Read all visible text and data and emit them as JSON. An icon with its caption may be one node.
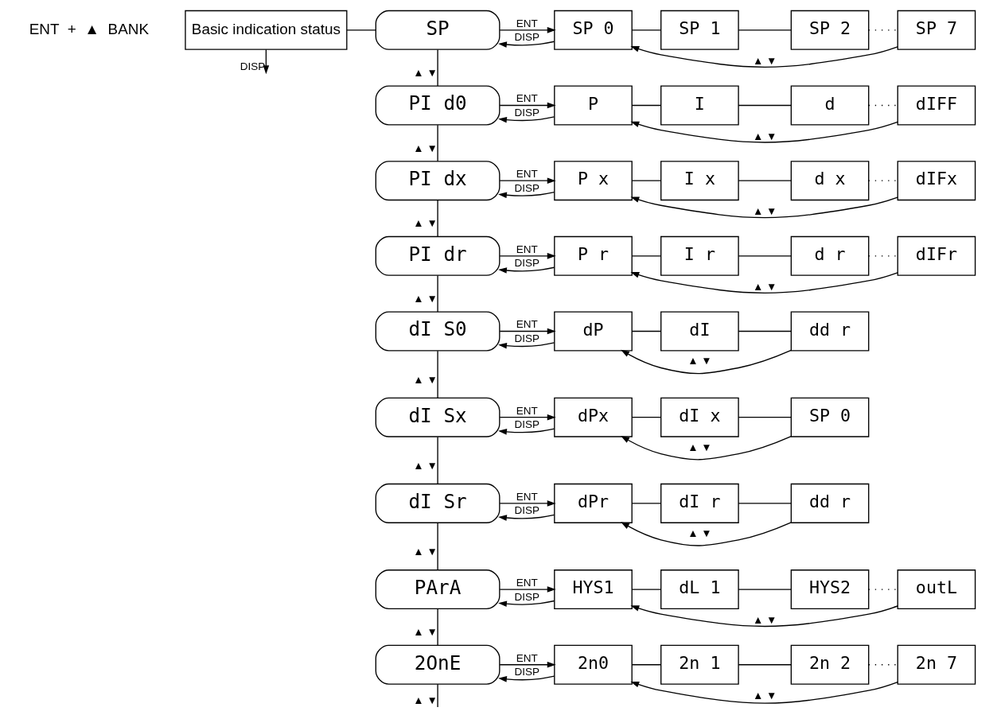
{
  "diagram": {
    "nodes": [
      {
        "text": [
          "Basic indication status"
        ]
      },
      {
        "text": [
          "SP"
        ]
      },
      {
        "text": [
          "SP 0"
        ]
      },
      {
        "text": [
          "SP 1"
        ]
      },
      {
        "text": [
          "SP 2"
        ]
      },
      {
        "text": [
          "SP 7"
        ]
      },
      {
        "text": [
          "PI d0"
        ]
      },
      {
        "text": [
          "P"
        ]
      },
      {
        "text": [
          "I"
        ]
      },
      {
        "text": [
          "d"
        ]
      },
      {
        "text": [
          "dIFF"
        ]
      },
      {
        "text": [
          "PI dx"
        ]
      },
      {
        "text": [
          "P x"
        ]
      },
      {
        "text": [
          "I x"
        ]
      },
      {
        "text": [
          "d x"
        ]
      },
      {
        "text": [
          "dIFx"
        ]
      },
      {
        "text": [
          "PI dr"
        ]
      },
      {
        "text": [
          "P r"
        ]
      },
      {
        "text": [
          "I r"
        ]
      },
      {
        "text": [
          "d r"
        ]
      },
      {
        "text": [
          "dIFr"
        ]
      },
      {
        "text": [
          "dI S0"
        ]
      },
      {
        "text": [
          "dP"
        ]
      },
      {
        "text": [
          "dI"
        ]
      },
      {
        "text": [
          "dd r"
        ]
      },
      {
        "text": [
          "dI Sx"
        ]
      },
      {
        "text": [
          "dPx"
        ]
      },
      {
        "text": [
          "dI x"
        ]
      },
      {
        "text": [
          "SP 0"
        ]
      },
      {
        "text": [
          "dI Sr"
        ]
      },
      {
        "text": [
          "dPr"
        ]
      },
      {
        "text": [
          "dI r"
        ]
      },
      {
        "text": [
          "dd r"
        ]
      },
      {
        "text": [
          "PArA"
        ]
      },
      {
        "text": [
          "HYS1"
        ]
      },
      {
        "text": [
          "dL 1"
        ]
      },
      {
        "text": [
          "HYS2"
        ]
      },
      {
        "text": [
          "outL"
        ]
      },
      {
        "text": [
          "2OnE"
        ]
      },
      {
        "text": [
          "2n0"
        ]
      },
      {
        "text": [
          "2n 1"
        ]
      },
      {
        "text": [
          "2n 2"
        ]
      },
      {
        "text": [
          "2n 7"
        ]
      }
    ],
    "edges": [
      {
        "from": 0,
        "to": 1,
        "arrow": "none"
      },
      {
        "from": 0,
        "to": null,
        "arrow": "to",
        "label": "DISP"
      },
      {
        "from": 1,
        "to": 2,
        "arrow": "to",
        "label": "ENT"
      },
      {
        "from": 2,
        "to": 1,
        "arrow": "to",
        "label": "DISP"
      },
      {
        "from": 2,
        "to": 3,
        "arrow": "none"
      },
      {
        "from": 3,
        "to": 4,
        "arrow": "none"
      },
      {
        "from": 4,
        "to": 5,
        "arrow": "none",
        "style": "dashed"
      },
      {
        "from": 5,
        "to": 2,
        "arrow": "to",
        "label": "▲ ▼"
      },
      {
        "from": 1,
        "to": 6,
        "arrow": "none",
        "label": "▲ ▼"
      },
      {
        "from": 6,
        "to": 7,
        "arrow": "to",
        "label": "ENT"
      },
      {
        "from": 7,
        "to": 6,
        "arrow": "to",
        "label": "DISP"
      },
      {
        "from": 7,
        "to": 8,
        "arrow": "none"
      },
      {
        "from": 8,
        "to": 9,
        "arrow": "none"
      },
      {
        "from": 9,
        "to": 10,
        "arrow": "none",
        "style": "dashed"
      },
      {
        "from": 10,
        "to": 7,
        "arrow": "to",
        "label": "▲ ▼"
      },
      {
        "from": 6,
        "to": 11,
        "arrow": "none",
        "label": "▲ ▼"
      },
      {
        "from": 11,
        "to": 12,
        "arrow": "to",
        "label": "ENT"
      },
      {
        "from": 12,
        "to": 11,
        "arrow": "to",
        "label": "DISP"
      },
      {
        "from": 12,
        "to": 13,
        "arrow": "none"
      },
      {
        "from": 13,
        "to": 14,
        "arrow": "none"
      },
      {
        "from": 14,
        "to": 15,
        "arrow": "none",
        "style": "dashed"
      },
      {
        "from": 15,
        "to": 12,
        "arrow": "to",
        "label": "▲ ▼"
      },
      {
        "from": 11,
        "to": 16,
        "arrow": "none",
        "label": "▲ ▼"
      },
      {
        "from": 16,
        "to": 17,
        "arrow": "to",
        "label": "ENT"
      },
      {
        "from": 17,
        "to": 16,
        "arrow": "to",
        "label": "DISP"
      },
      {
        "from": 17,
        "to": 18,
        "arrow": "none"
      },
      {
        "from": 18,
        "to": 19,
        "arrow": "none"
      },
      {
        "from": 19,
        "to": 20,
        "arrow": "none",
        "style": "dashed"
      },
      {
        "from": 20,
        "to": 17,
        "arrow": "to",
        "label": "▲ ▼"
      },
      {
        "from": 16,
        "to": 21,
        "arrow": "none",
        "label": "▲ ▼"
      },
      {
        "from": 21,
        "to": 22,
        "arrow": "to",
        "label": "ENT"
      },
      {
        "from": 22,
        "to": 21,
        "arrow": "to",
        "label": "DISP"
      },
      {
        "from": 22,
        "to": 23,
        "arrow": "none"
      },
      {
        "from": 23,
        "to": 24,
        "arrow": "none"
      },
      {
        "from": 24,
        "to": 22,
        "arrow": "to",
        "label": "▲ ▼"
      },
      {
        "from": 21,
        "to": 25,
        "arrow": "none",
        "label": "▲ ▼"
      },
      {
        "from": 25,
        "to": 26,
        "arrow": "to",
        "label": "ENT"
      },
      {
        "from": 26,
        "to": 25,
        "arrow": "to",
        "label": "DISP"
      },
      {
        "from": 26,
        "to": 27,
        "arrow": "none"
      },
      {
        "from": 27,
        "to": 28,
        "arrow": "none"
      },
      {
        "from": 28,
        "to": 26,
        "arrow": "to",
        "label": "▲ ▼"
      },
      {
        "from": 25,
        "to": 29,
        "arrow": "none",
        "label": "▲ ▼"
      },
      {
        "from": 29,
        "to": 30,
        "arrow": "to",
        "label": "ENT"
      },
      {
        "from": 30,
        "to": 29,
        "arrow": "to",
        "label": "DISP"
      },
      {
        "from": 30,
        "to": 31,
        "arrow": "none"
      },
      {
        "from": 31,
        "to": 32,
        "arrow": "none"
      },
      {
        "from": 32,
        "to": 30,
        "arrow": "to",
        "label": "▲ ▼"
      },
      {
        "from": 29,
        "to": 33,
        "arrow": "none",
        "label": "▲ ▼"
      },
      {
        "from": 33,
        "to": 34,
        "arrow": "to",
        "label": "ENT"
      },
      {
        "from": 34,
        "to": 33,
        "arrow": "to",
        "label": "DISP"
      },
      {
        "from": 34,
        "to": 35,
        "arrow": "none"
      },
      {
        "from": 35,
        "to": 36,
        "arrow": "none"
      },
      {
        "from": 36,
        "to": 37,
        "arrow": "none",
        "style": "dashed"
      },
      {
        "from": 37,
        "to": 34,
        "arrow": "to",
        "label": "▲ ▼"
      },
      {
        "from": 33,
        "to": 38,
        "arrow": "none",
        "label": "▲ ▼"
      },
      {
        "from": 38,
        "to": 39,
        "arrow": "to",
        "label": "ENT"
      },
      {
        "from": 39,
        "to": 38,
        "arrow": "to",
        "label": "DISP"
      },
      {
        "from": 39,
        "to": 40,
        "arrow": "none"
      },
      {
        "from": 40,
        "to": 41,
        "arrow": "none"
      },
      {
        "from": 41,
        "to": 42,
        "arrow": "none",
        "style": "dashed"
      },
      {
        "from": 42,
        "to": 39,
        "arrow": "to",
        "label": "▲ ▼"
      },
      {
        "from": 38,
        "to": null,
        "arrow": "none",
        "label": "▲ ▼"
      }
    ],
    "labels": [
      "ENT",
      "+",
      "▲",
      "BANK"
    ]
  }
}
